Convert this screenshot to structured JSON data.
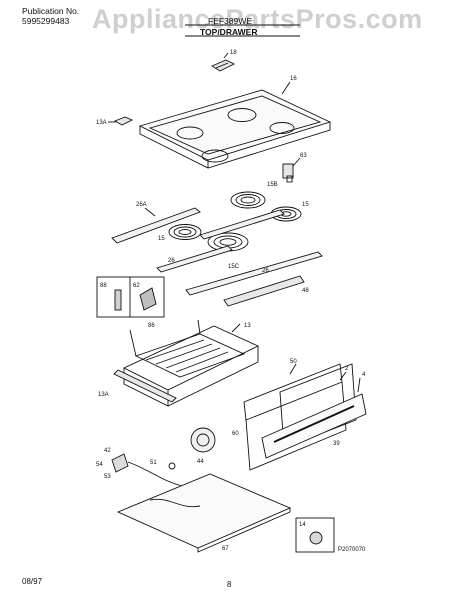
{
  "header": {
    "publication_label": "Publication No.",
    "publication_number": "5995299483",
    "model": "FEF389WE",
    "section": "TOP/DRAWER"
  },
  "watermark": "AppliancePartsPros.com",
  "callouts": {
    "c18": "18",
    "c16": "16",
    "c13a_top": "13A",
    "c63": "63",
    "c26a": "26A",
    "c15b": "15B",
    "c15_right": "15",
    "c15_left": "15",
    "c26_left": "26",
    "c15c": "15C",
    "c26_right": "26",
    "c48": "48",
    "c88": "88",
    "c62": "62",
    "c86": "86",
    "c13": "13",
    "c13a_bottom": "13A",
    "c50": "50",
    "c2": "2",
    "c4": "4",
    "c60": "60",
    "c39": "39",
    "c44": "44",
    "c42": "42",
    "c54": "54",
    "c53": "53",
    "c51": "51",
    "c67": "67",
    "c14": "14"
  },
  "figure_code": "P2070070",
  "footer": {
    "date": "08/97",
    "page": "8"
  }
}
